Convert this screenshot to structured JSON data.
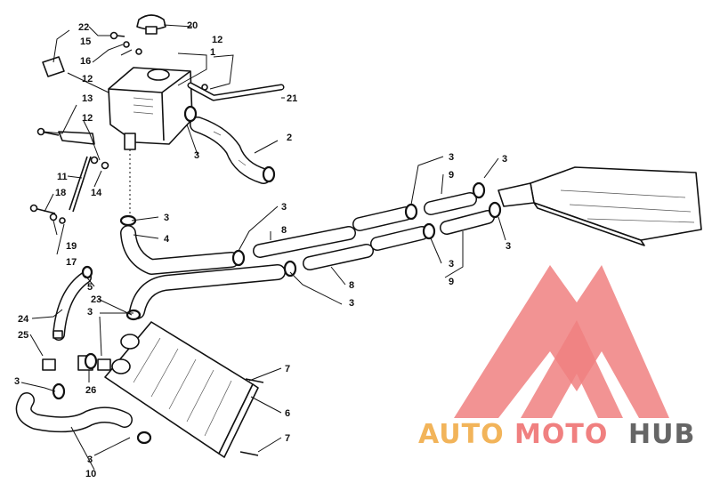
{
  "callouts": {
    "c1": "1",
    "c2": "2",
    "c3": "3",
    "c4": "4",
    "c5": "5",
    "c6": "6",
    "c7": "7",
    "c8": "8",
    "c9": "9",
    "c10": "10",
    "c11": "11",
    "c12": "12",
    "c13": "13",
    "c14": "14",
    "c15": "15",
    "c16": "16",
    "c17": "17",
    "c18": "18",
    "c19": "19",
    "c20": "20",
    "c21": "21",
    "c22": "22",
    "c23": "23",
    "c24": "24",
    "c25": "25",
    "c26": "26"
  },
  "watermark": {
    "part1": "AUTO",
    "part2": "MOTO",
    "part3": "HUB",
    "colors": {
      "auto": "#f2b45a",
      "moto": "#f08080",
      "hub": "#666666"
    }
  }
}
